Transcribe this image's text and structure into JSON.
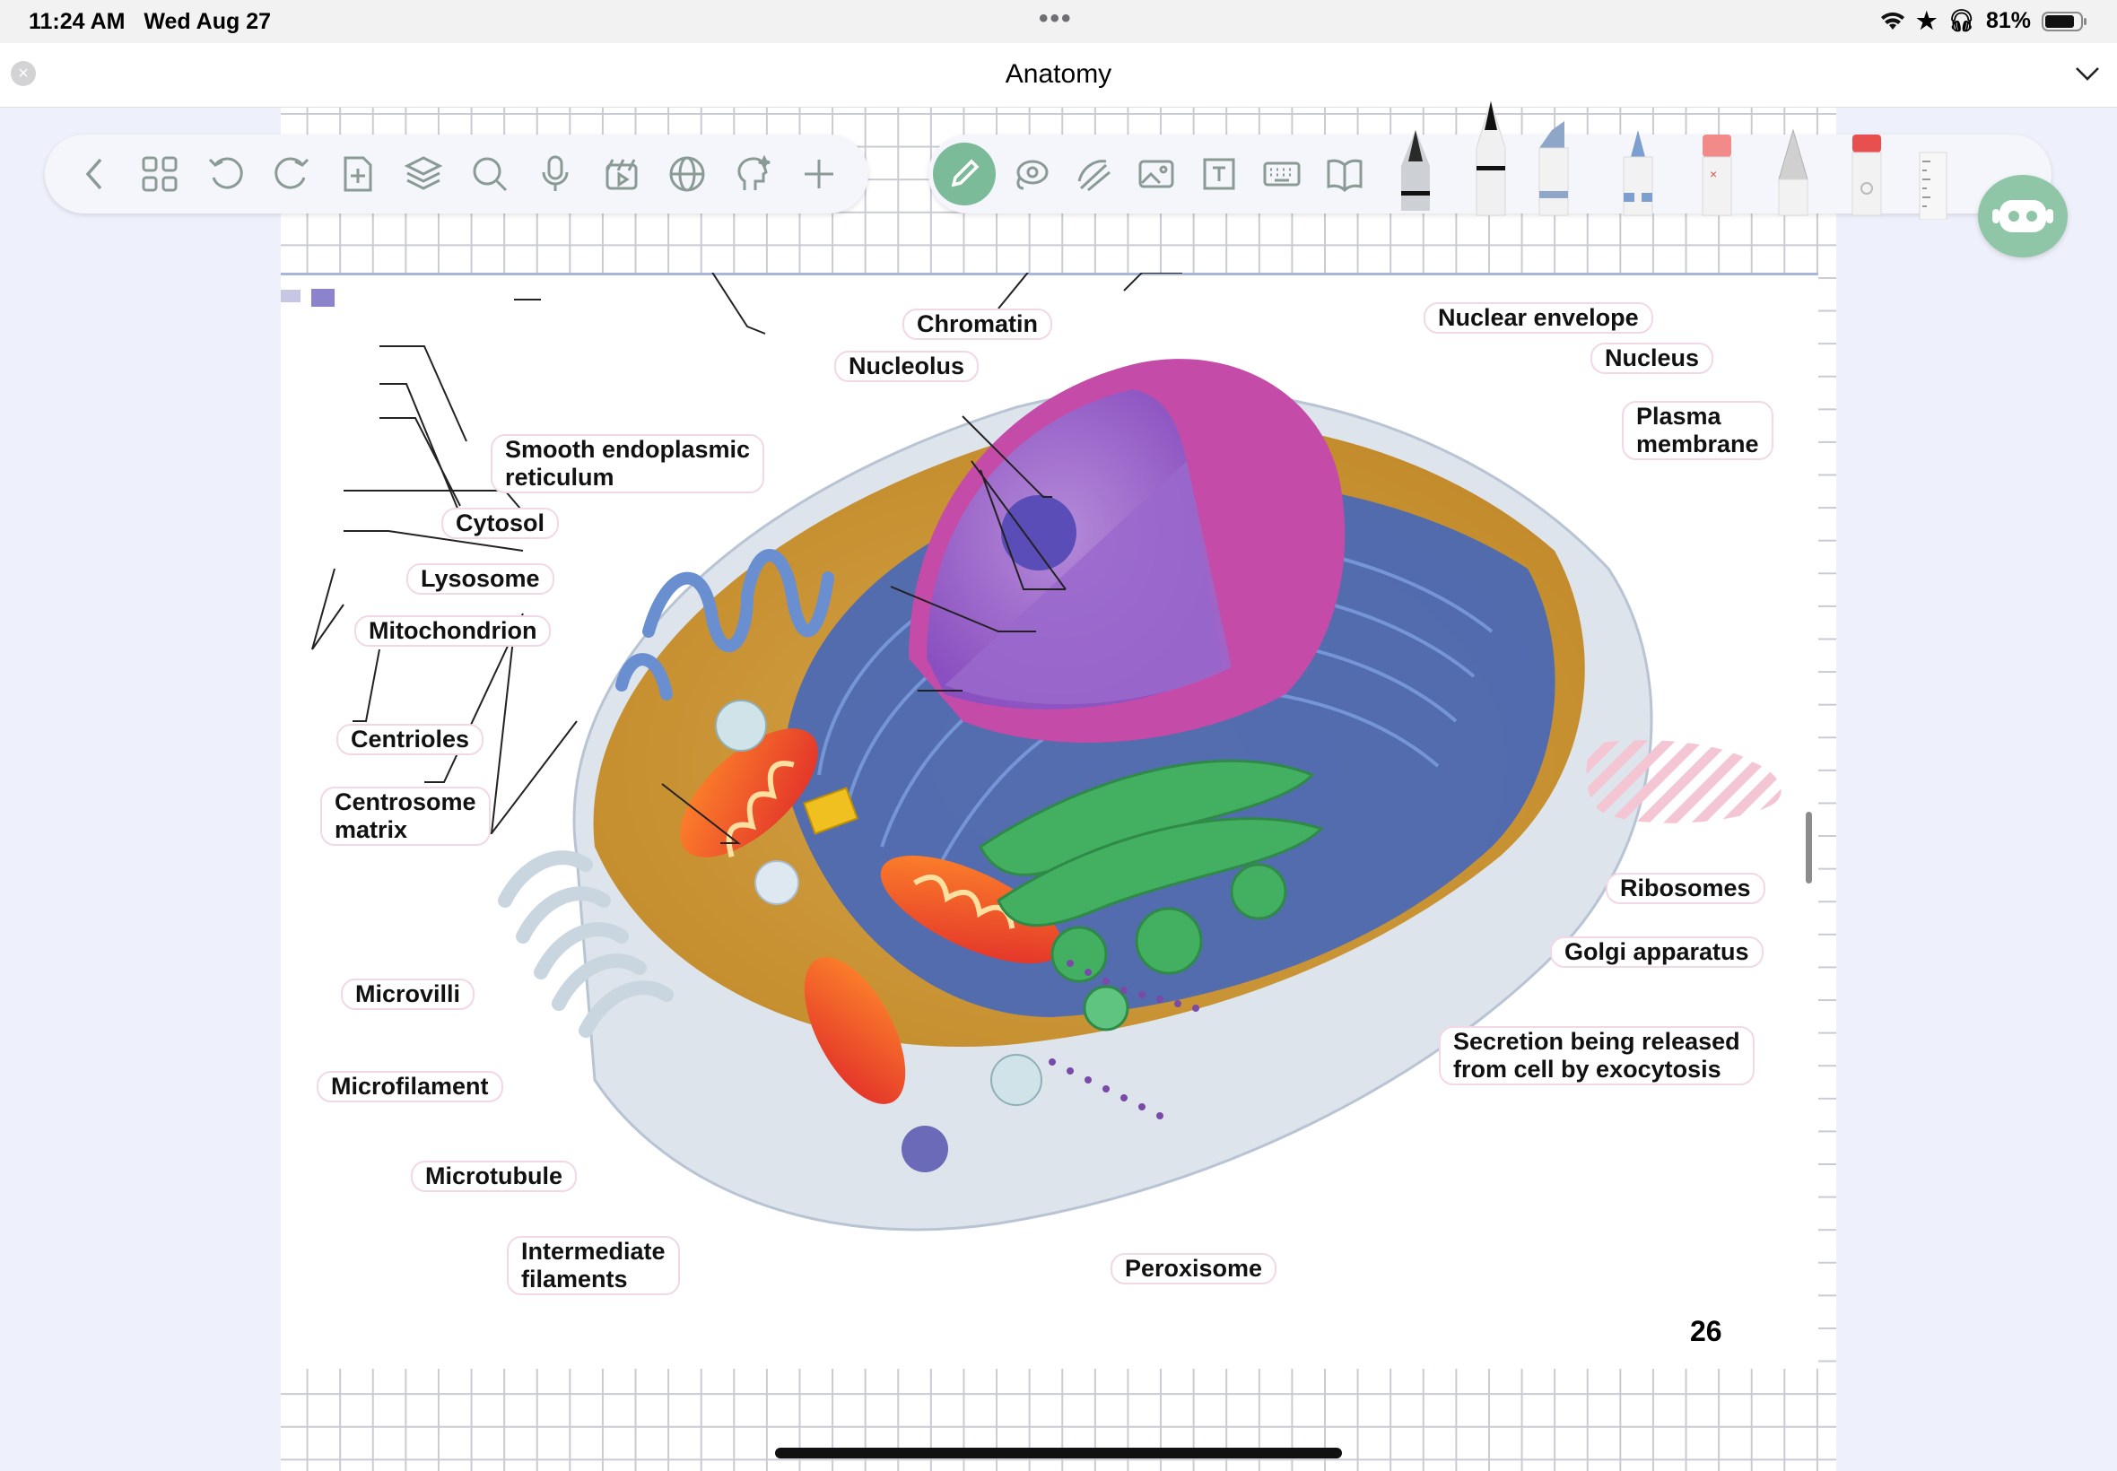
{
  "status_bar": {
    "time": "11:24 AM",
    "date": "Wed Aug 27",
    "battery": "81%"
  },
  "document": {
    "title": "Anatomy",
    "page_number": "26"
  },
  "toolbar_left": [
    {
      "name": "back-icon"
    },
    {
      "name": "grid-icon"
    },
    {
      "name": "undo-icon"
    },
    {
      "name": "redo-icon"
    },
    {
      "name": "add-page-icon"
    },
    {
      "name": "layers-icon"
    },
    {
      "name": "search-icon"
    },
    {
      "name": "microphone-icon"
    },
    {
      "name": "media-icon"
    },
    {
      "name": "globe-icon"
    },
    {
      "name": "ai-head-icon"
    },
    {
      "name": "plus-icon"
    }
  ],
  "toolbar_right": [
    {
      "name": "pen-tool-icon",
      "active": true
    },
    {
      "name": "lasso-icon"
    },
    {
      "name": "shape-icon"
    },
    {
      "name": "image-icon"
    },
    {
      "name": "text-box-icon"
    },
    {
      "name": "keyboard-icon"
    },
    {
      "name": "book-icon"
    }
  ],
  "pen_tray": [
    "fountain-pen",
    "ballpoint-pen",
    "highlighter",
    "brush-pen",
    "eraser",
    "pencil",
    "glue-stick",
    "ruler"
  ],
  "diagram": {
    "labels": {
      "chromatin": "Chromatin",
      "nucleolus": "Nucleolus",
      "nuclear_envelope": "Nuclear envelope",
      "nucleus": "Nucleus",
      "plasma_membrane_1": "Plasma",
      "plasma_membrane_2": "membrane",
      "smooth_er_1": "Smooth endoplasmic",
      "smooth_er_2": "reticulum",
      "cytosol": "Cytosol",
      "lysosome": "Lysosome",
      "mitochondrion": "Mitochondrion",
      "centrioles": "Centrioles",
      "centrosome_1": "Centrosome",
      "centrosome_2": "matrix",
      "microvilli": "Microvilli",
      "microfilament": "Microfilament",
      "microtubule": "Microtubule",
      "intermediate_1": "Intermediate",
      "intermediate_2": "filaments",
      "peroxisome": "Peroxisome",
      "ribosomes": "Ribosomes",
      "golgi": "Golgi apparatus",
      "secretion_1": "Secretion being released",
      "secretion_2": "from cell by exocytosis"
    }
  }
}
